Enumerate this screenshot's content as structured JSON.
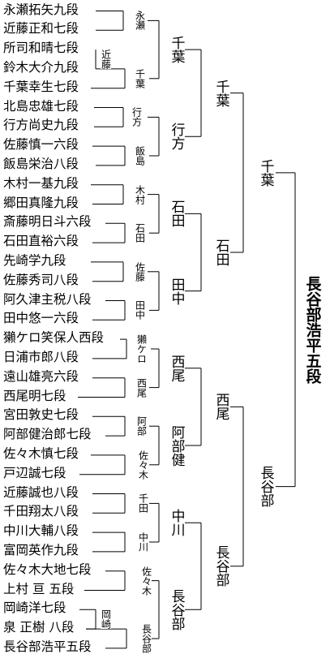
{
  "players": [
    "永瀬拓矢九段",
    "近藤正和七段",
    "所司和晴七段",
    "鈴木大介九段",
    "千葉幸生七段",
    "北島忠雄七段",
    "行方尚史九段",
    "佐藤慎一六段",
    "飯島栄治八段",
    "木村一基九段",
    "郷田真隆九段",
    "斎藤明日斗六段",
    "石田直裕六段",
    "先崎学九段",
    "佐藤秀司八段",
    "阿久津主税八段",
    "田中悠一六段",
    "獺ケロ笑保人西段",
    "日浦市郎八段",
    "遠山雄亮六段",
    "西尾明七段",
    "宮田敦史七段",
    "阿部健治郎七段",
    "佐々木慎七段",
    "戸辺誠七段",
    "近藤誠也八段",
    "千田翔太八段",
    "中川大輔八段",
    "富岡英作九段",
    "佐々木大地七段",
    "上村 亘 五段",
    "岡崎洋七段",
    "泉 正樹 八段",
    "長谷部浩平五段"
  ],
  "round1_winners": [
    "永瀬",
    "近藤",
    "千葉",
    "行方",
    "飯島",
    "木村",
    "石田",
    "佐藤",
    "田中",
    "獺ケロ",
    "西尾",
    "阿部",
    "佐々木",
    "千田",
    "中川",
    "佐々木",
    "岡崎",
    "長谷部"
  ],
  "round2_winners": [
    "千葉",
    "行方",
    "石田",
    "田中",
    "西尾",
    "阿部健",
    "中川",
    "長谷部"
  ],
  "round3_winners": [
    "千葉",
    "石田",
    "西尾",
    "長谷部"
  ],
  "round4_winners": [
    "千葉",
    "長谷部"
  ],
  "champion": "長谷部浩平五段"
}
